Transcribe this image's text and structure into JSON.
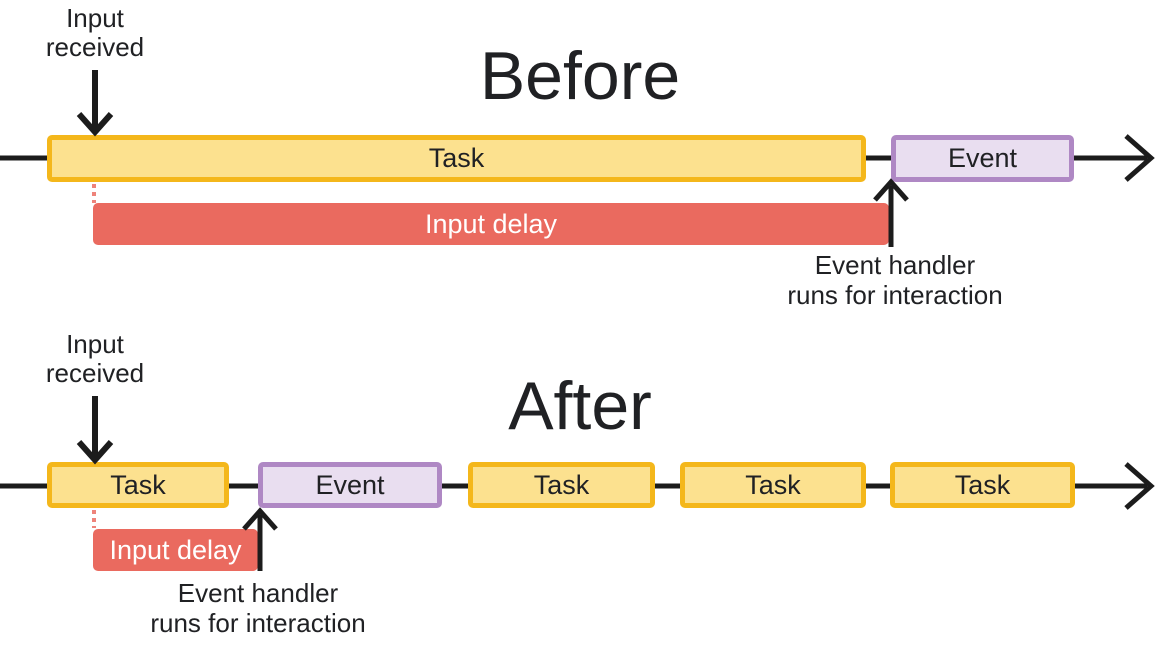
{
  "colors": {
    "background": "#ffffff",
    "task-fill": "#FCE18F",
    "task-border": "#F4B71B",
    "event-fill": "#E9DEF0",
    "event-border": "#AF88C4",
    "delay-fill": "#EA6A5F",
    "delay-dotted": "#EE837A",
    "line": "#1C1C1C",
    "text": "#202124",
    "delay-text": "#ffffff"
  },
  "before": {
    "title": "Before",
    "input_marker": {
      "line1": "Input",
      "line2": "received"
    },
    "bars": [
      {
        "type": "task",
        "label": "Task"
      },
      {
        "type": "event",
        "label": "Event"
      }
    ],
    "input_delay_label": "Input delay",
    "handler_caption": {
      "line1": "Event handler",
      "line2": "runs for interaction"
    }
  },
  "after": {
    "title": "After",
    "input_marker": {
      "line1": "Input",
      "line2": "received"
    },
    "bars": [
      {
        "type": "task",
        "label": "Task"
      },
      {
        "type": "event",
        "label": "Event"
      },
      {
        "type": "task",
        "label": "Task"
      },
      {
        "type": "task",
        "label": "Task"
      },
      {
        "type": "task",
        "label": "Task"
      }
    ],
    "input_delay_label": "Input delay",
    "handler_caption": {
      "line1": "Event handler",
      "line2": "runs for interaction"
    }
  }
}
